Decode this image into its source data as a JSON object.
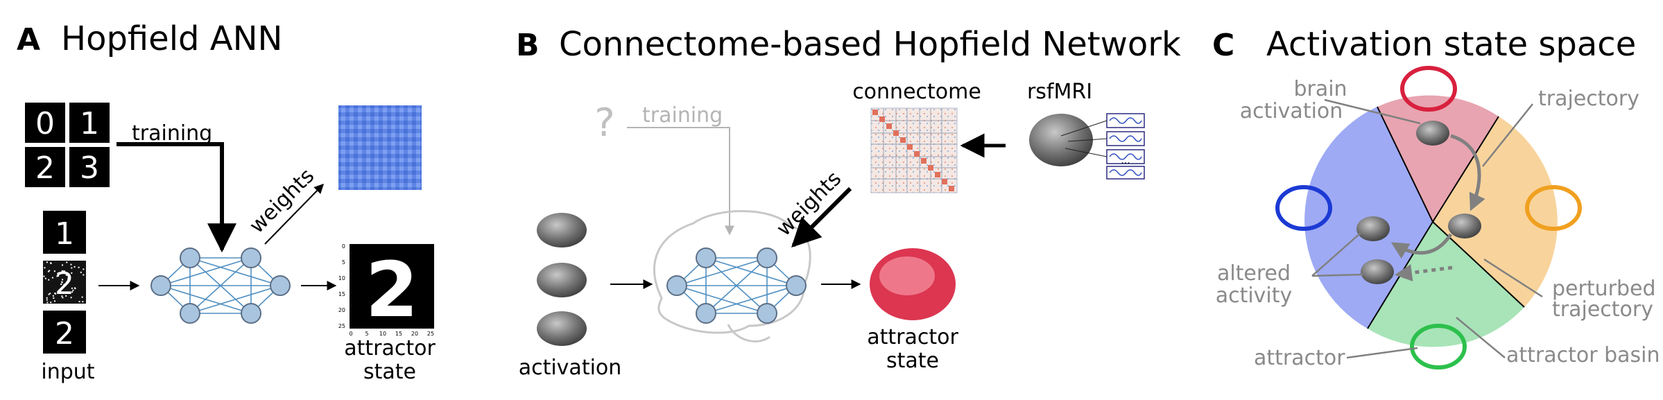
{
  "panels": {
    "a": {
      "letter": "A",
      "title": "Hopfield ANN",
      "training_label": "training",
      "weights_label": "weights",
      "input_label": "input",
      "attractor_label_line1": "attractor",
      "attractor_label_line2": "state",
      "digit_grid": [
        "0",
        "1",
        "2",
        "3"
      ],
      "input_digits": [
        "1",
        "2",
        "2"
      ],
      "output_digit": "2",
      "axis_ticks": [
        "0",
        "5",
        "10",
        "15",
        "20",
        "25"
      ]
    },
    "b": {
      "letter": "B",
      "title": "Connectome-based Hopfield Network",
      "question_mark": "?",
      "training_label": "training",
      "weights_label": "weights",
      "connectome_label": "connectome",
      "rsfmri_label": "rsfMRI",
      "ellipsis": "...",
      "activation_label": "activation",
      "attractor_label_line1": "attractor",
      "attractor_label_line2": "state"
    },
    "c": {
      "letter": "C",
      "title": "Activation state space",
      "brain_activation_line1": "brain",
      "brain_activation_line2": "activation",
      "trajectory_label": "trajectory",
      "altered_line1": "altered",
      "altered_line2": "activity",
      "perturbed_line1": "perturbed",
      "perturbed_line2": "trajectory",
      "attractor_label": "attractor",
      "attractor_basin_label": "attractor basin",
      "colors": {
        "red_sector": "#e8a4b0",
        "orange_sector": "#f8d49c",
        "green_sector": "#a8e4b8",
        "blue_sector": "#9eaaf4",
        "red_brain": "#d8203e",
        "orange_brain": "#f0a020",
        "green_brain": "#2cc04c",
        "blue_brain": "#1c3ad4"
      }
    }
  }
}
